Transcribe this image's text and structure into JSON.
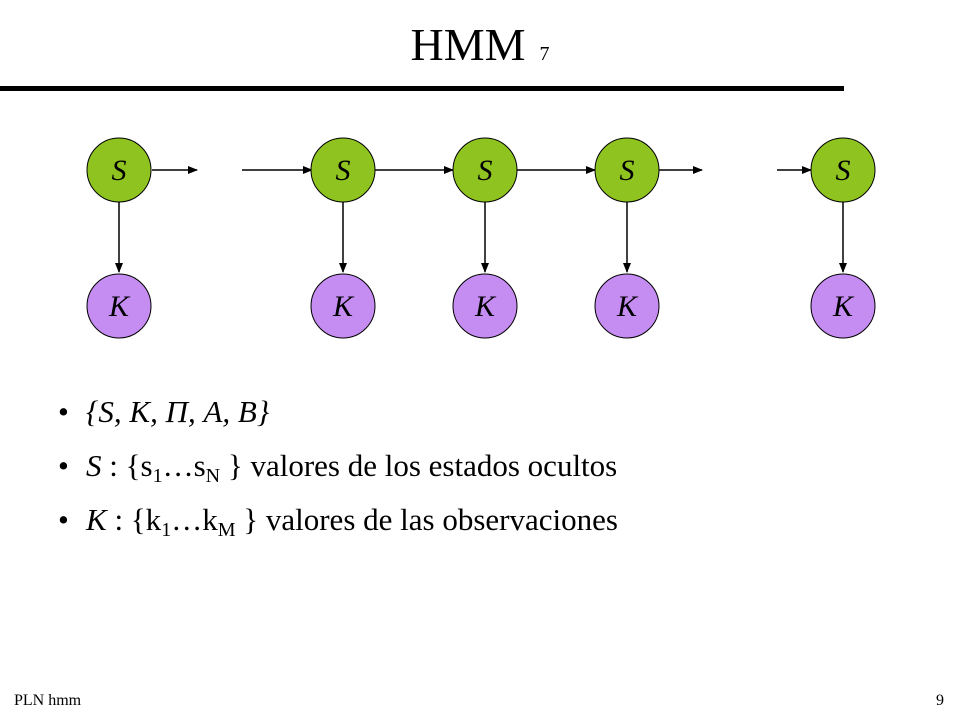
{
  "slide": {
    "title": "HMM",
    "title_number": "7",
    "footer_left": "PLN  hmm",
    "page_number": "9"
  },
  "diagram": {
    "state_label": "S",
    "observation_label": "K",
    "state_color": "#8fc31f",
    "observation_color": "#c58cf2",
    "columns": 5,
    "gaps_between_columns": [
      1,
      2
    ]
  },
  "bullets": {
    "b1": {
      "set": "{S, K, Π, A, B}"
    },
    "b2": {
      "head": "S",
      "sep": " : {s",
      "sub1": "1",
      "mid": "…s",
      "sub2": "N",
      "tail": " } valores de los estados ocultos"
    },
    "b3": {
      "head": "K",
      "sep": " : {k",
      "sub1": "1",
      "mid": "…k",
      "sub2": "M",
      "tail": " } valores de las observaciones"
    },
    "bullet_char": "•"
  }
}
